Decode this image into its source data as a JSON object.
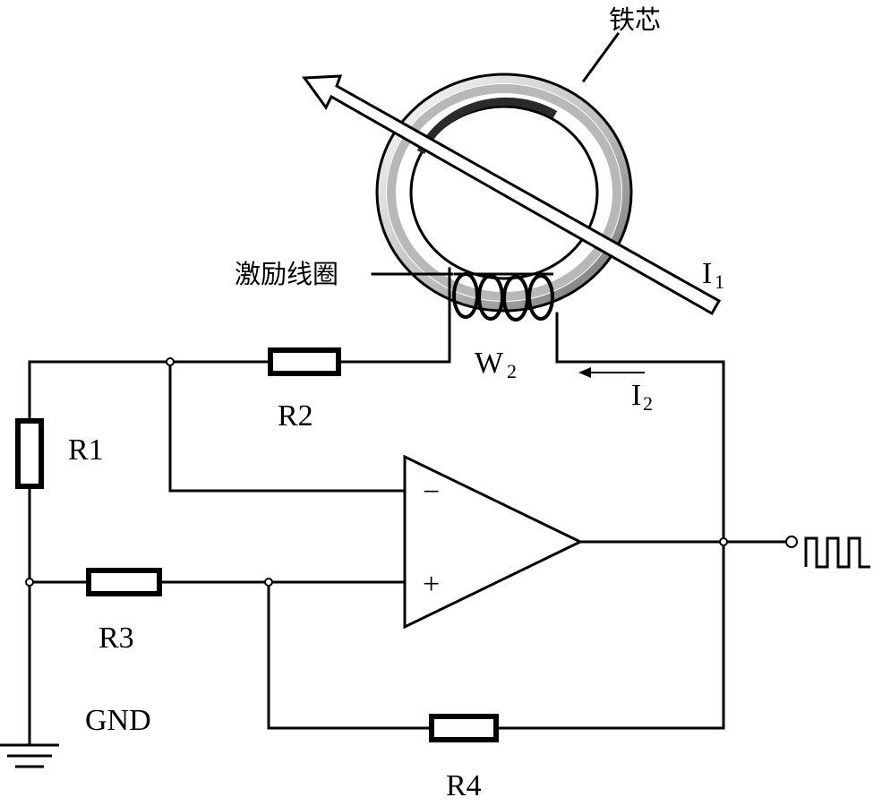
{
  "labels": {
    "core": "铁芯",
    "excitation_coil": "激励线圈",
    "current1": "I",
    "current1_sub": "1",
    "current2": "I",
    "current2_sub": "2",
    "winding": "W",
    "winding_sub": "2",
    "r1": "R1",
    "r2": "R2",
    "r3": "R3",
    "r4": "R4",
    "gnd": "GND",
    "opamp_minus": "−",
    "opamp_plus": "+"
  },
  "colors": {
    "line": "#000000",
    "background": "#ffffff",
    "core_shade": "#cfcfcf"
  },
  "icons": {
    "ground": "ground-symbol-icon",
    "output_waveform": "square-wave-icon"
  }
}
